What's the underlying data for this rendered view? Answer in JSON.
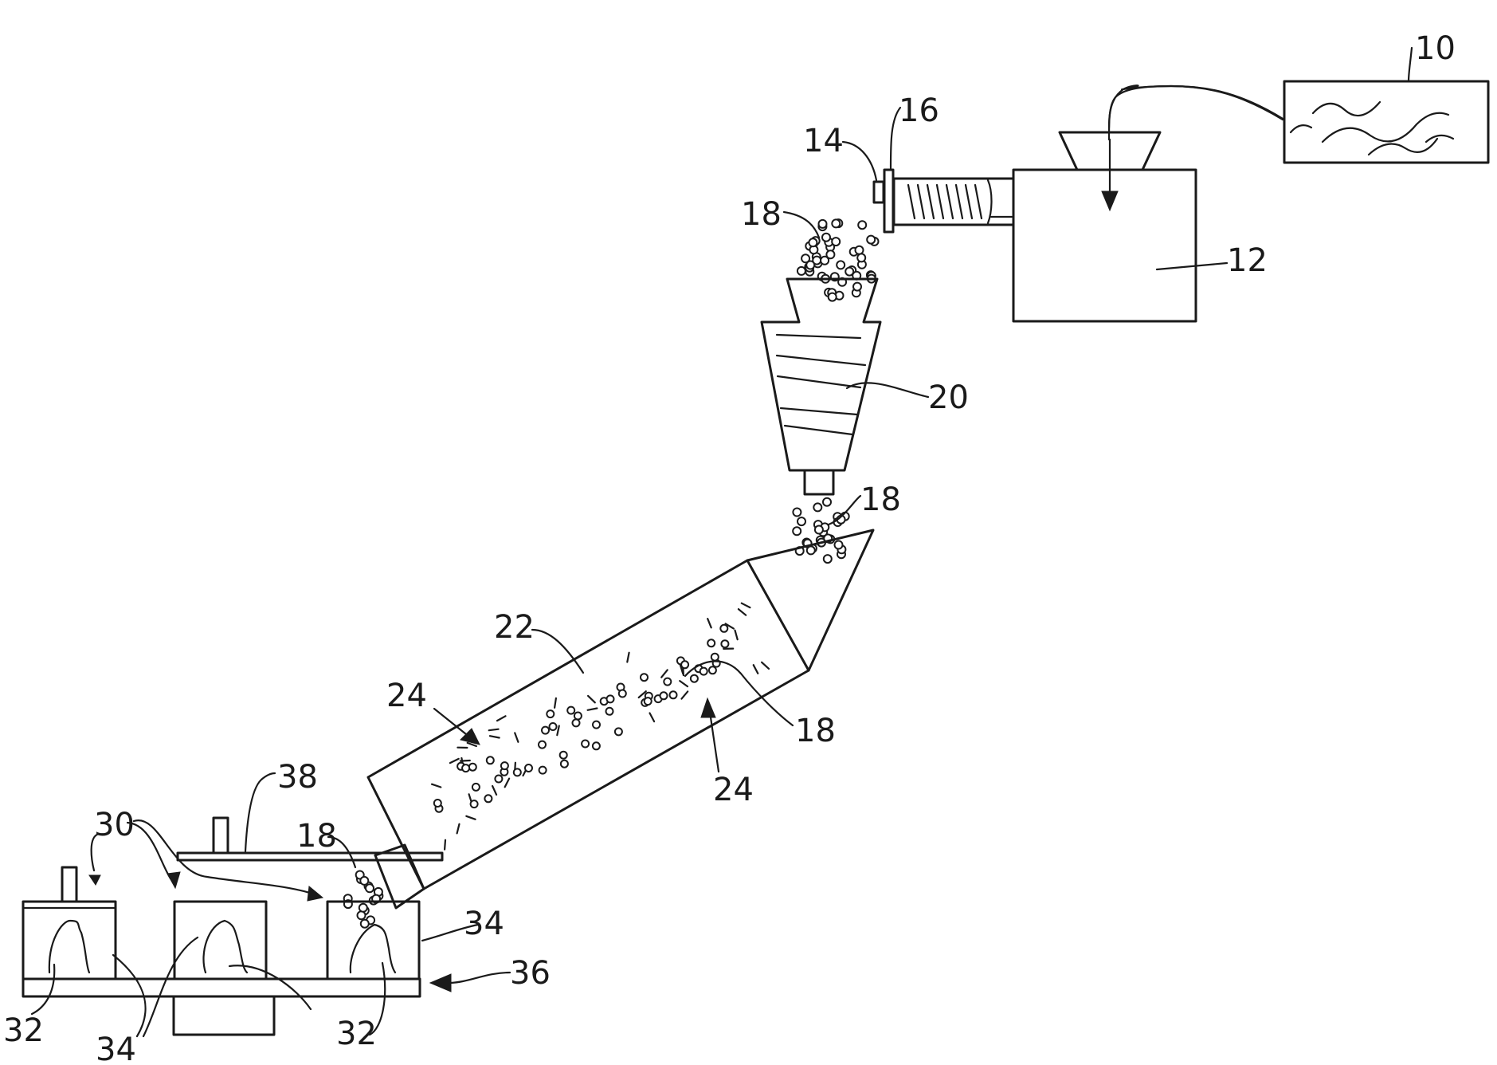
{
  "labels": {
    "l10": "10",
    "l12": "12",
    "l14": "14",
    "l16": "16",
    "l18a": "18",
    "l18b": "18",
    "l18c": "18",
    "l18d": "18",
    "l20": "20",
    "l22": "22",
    "l24a": "24",
    "l24b": "24",
    "l30": "30",
    "l32a": "32",
    "l32b": "32",
    "l34a": "34",
    "l34b": "34",
    "l36": "36",
    "l38": "38"
  }
}
